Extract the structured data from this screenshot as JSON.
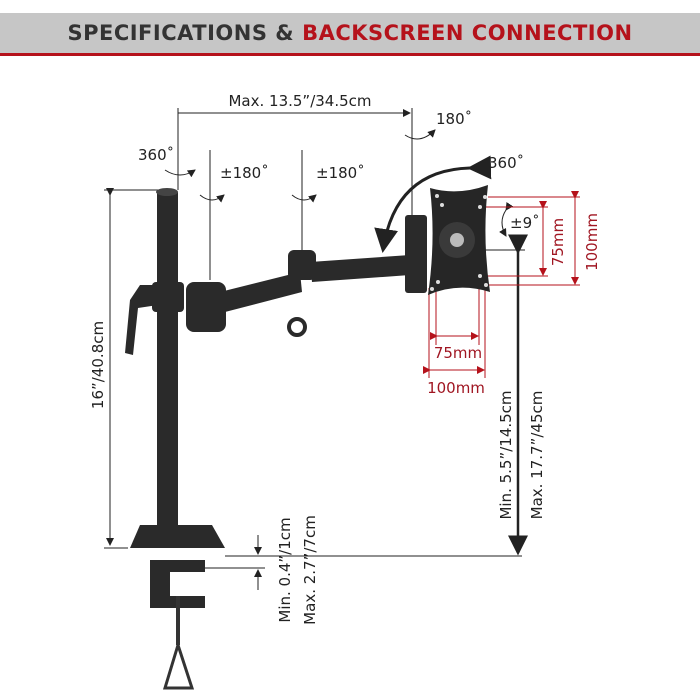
{
  "header": {
    "title_dark": "SPECIFICATIONS &",
    "title_red": "BACKSCREEN CONNECTION"
  },
  "colors": {
    "accent_red": "#b5121b",
    "banner_gray": "#c6c6c6",
    "text_dark": "#333333"
  },
  "labels": {
    "max_reach": "Max. 13.5”/34.5cm",
    "rotate_180_top": "180˚",
    "rotate_360_pole": "360˚",
    "swivel_180_a": "±180˚",
    "swivel_180_b": "±180˚",
    "rotate_360_plate": "360˚",
    "tilt": "±9˚",
    "vesa_75_v": "75mm",
    "vesa_100_v": "100mm",
    "vesa_75_h": "75mm",
    "vesa_100_h": "100mm",
    "pole_height": "16”/40.8cm",
    "height_min": "Min. 5.5”/14.5cm",
    "height_max": "Max. 17.7”/45cm",
    "desk_min": "Min. 0.4”/1cm",
    "desk_max": "Max. 2.7”/7cm"
  }
}
